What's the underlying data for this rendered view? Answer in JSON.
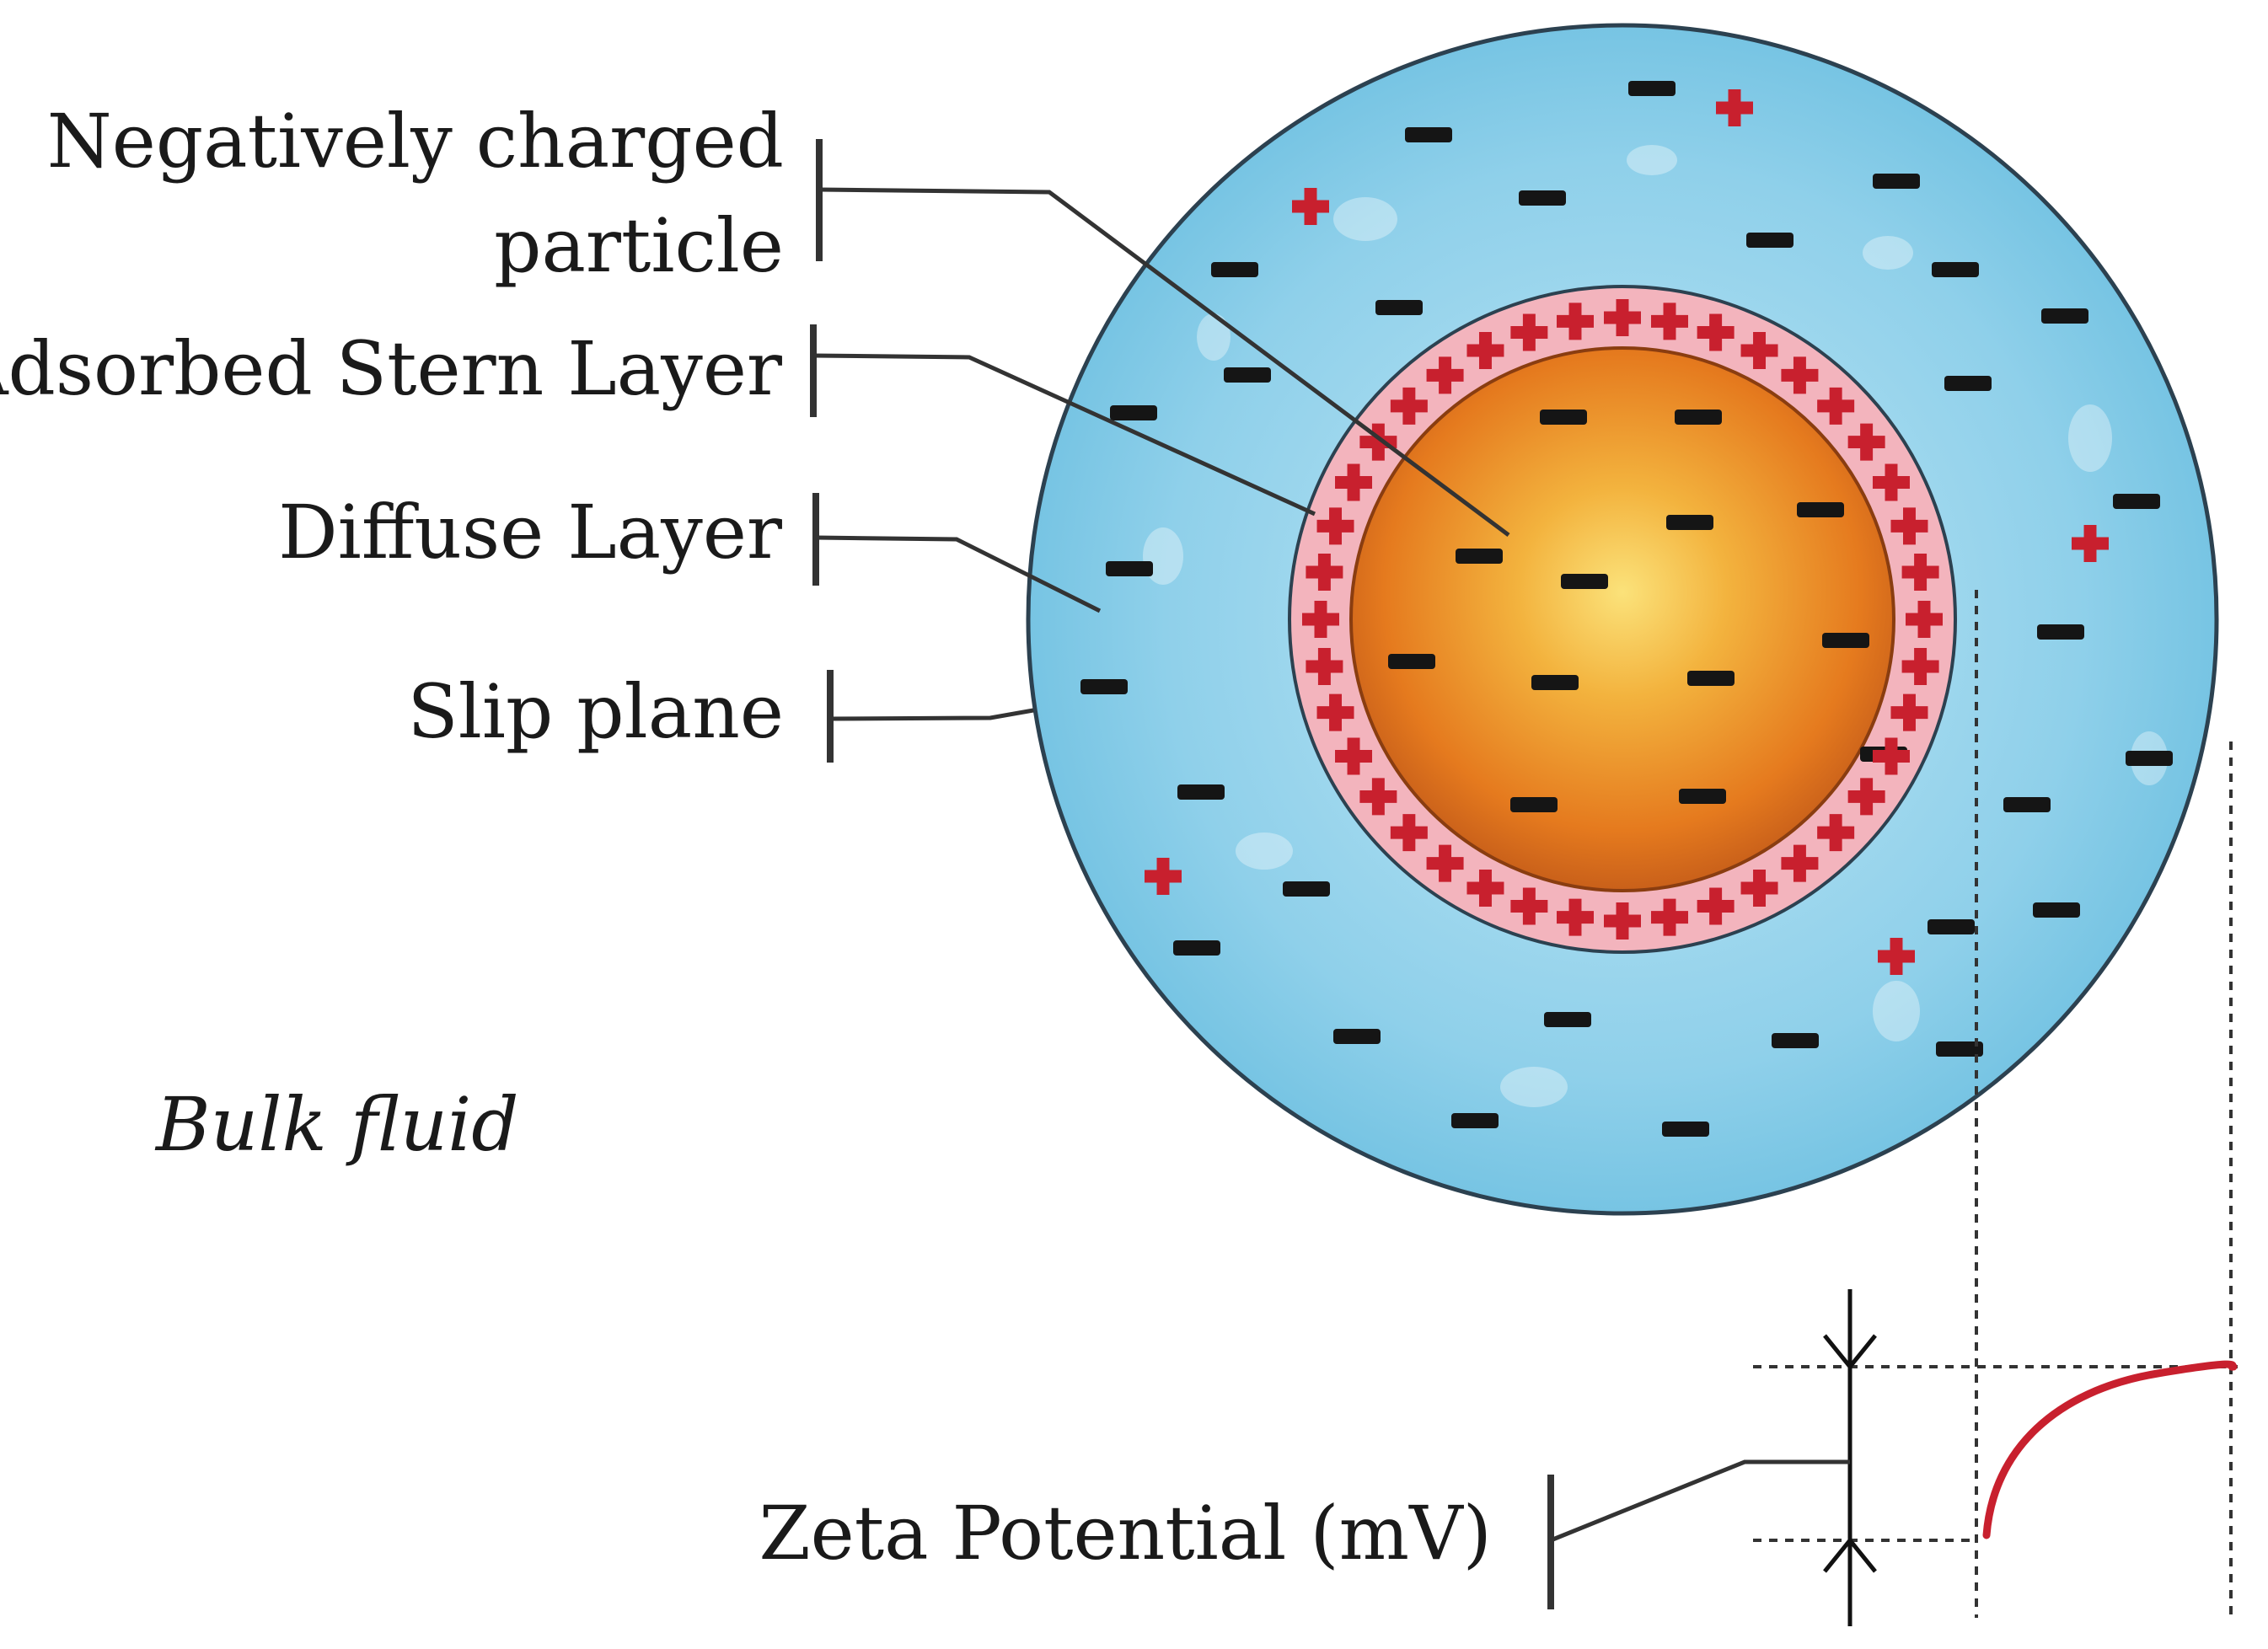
{
  "labels": {
    "particle_line1": "Negatively charged",
    "particle_line2": "particle",
    "stern_layer": "Adsorbed Stern Layer",
    "diffuse_layer": "Diffuse Layer",
    "slip_plane": "Slip plane",
    "bulk_fluid": "Bulk fluid",
    "zeta_potential": "Zeta Potential (mV)"
  },
  "colors": {
    "diffuse_fluid": "#8fd0ea",
    "stern_layer": "#f3b4bd",
    "particle_core": "#e57a1e",
    "particle_glow": "#fbe27a",
    "positive_charge": "#c8202e",
    "negative_charge": "#151515",
    "potential_curve": "#c8202e"
  },
  "icons": {
    "negative": "minus-sign",
    "positive": "plus-sign"
  }
}
